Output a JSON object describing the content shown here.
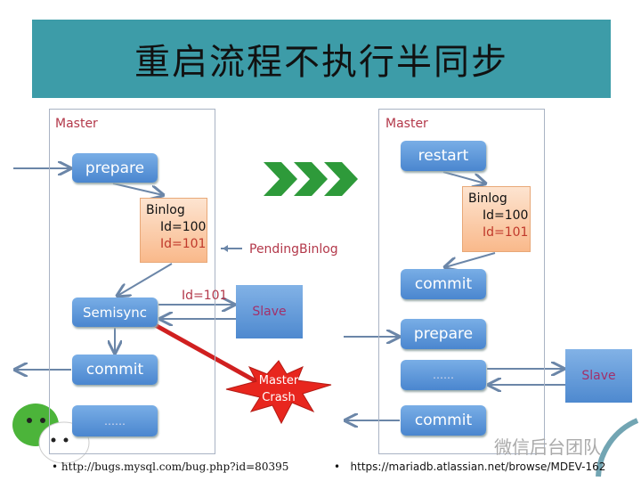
{
  "title": "重启流程不执行半同步",
  "left": {
    "label": "Master",
    "prepare": "prepare",
    "binlog": {
      "title": "Binlog",
      "id1": "Id=100",
      "id2": "Id=101"
    },
    "pending": "PendingBinlog",
    "semisync": "Semisync",
    "send_label": "Id=101",
    "slave": "Slave",
    "commit": "commit",
    "ellipsis": "……",
    "crash_line1": "Master",
    "crash_line2": "Crash"
  },
  "right": {
    "label": "Master",
    "restart": "restart",
    "binlog": {
      "title": "Binlog",
      "id1": "Id=100",
      "id2": "Id=101"
    },
    "commit1": "commit",
    "prepare": "prepare",
    "ellipsis": "……",
    "commit2": "commit",
    "slave": "Slave"
  },
  "footer": {
    "link1": "http://bugs.mysql.com/bug.php?id=80395",
    "link2": "https://mariadb.atlassian.net/browse/MDEV-162",
    "watermark": "微信后台团队"
  }
}
